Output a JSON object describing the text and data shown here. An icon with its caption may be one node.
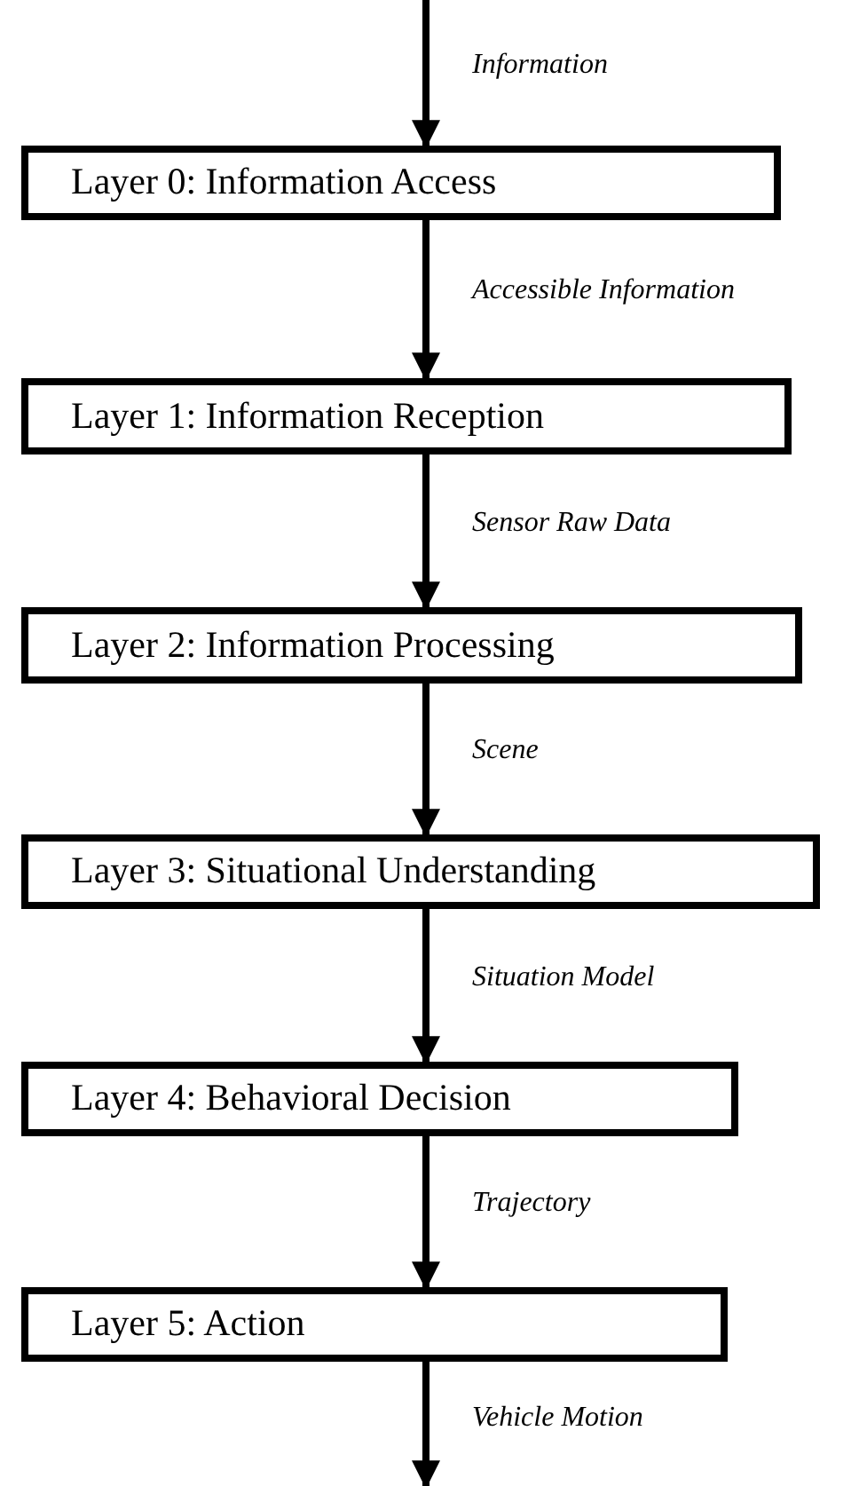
{
  "diagram": {
    "nodes": [
      {
        "text": [
          "Layer 0: Information Access"
        ]
      },
      {
        "text": [
          "Layer 1: Information Reception"
        ]
      },
      {
        "text": [
          "Layer 2: Information Processing"
        ]
      },
      {
        "text": [
          "Layer 3: Situational Understanding"
        ]
      },
      {
        "text": [
          "Layer 4: Behavioral Decision"
        ]
      },
      {
        "text": [
          "Layer 5: Action"
        ]
      }
    ],
    "edges": [
      {
        "from": null,
        "to": 0,
        "arrow": "to",
        "label": "Information"
      },
      {
        "from": 0,
        "to": 1,
        "arrow": "to",
        "label": "Accessible Information"
      },
      {
        "from": 1,
        "to": 2,
        "arrow": "to",
        "label": "Sensor Raw Data"
      },
      {
        "from": 2,
        "to": 3,
        "arrow": "to",
        "label": "Scene"
      },
      {
        "from": 3,
        "to": 4,
        "arrow": "to",
        "label": "Situation Model"
      },
      {
        "from": 4,
        "to": 5,
        "arrow": "to",
        "label": "Trajectory"
      },
      {
        "from": 5,
        "to": null,
        "arrow": "to",
        "label": "Vehicle Motion"
      }
    ]
  }
}
